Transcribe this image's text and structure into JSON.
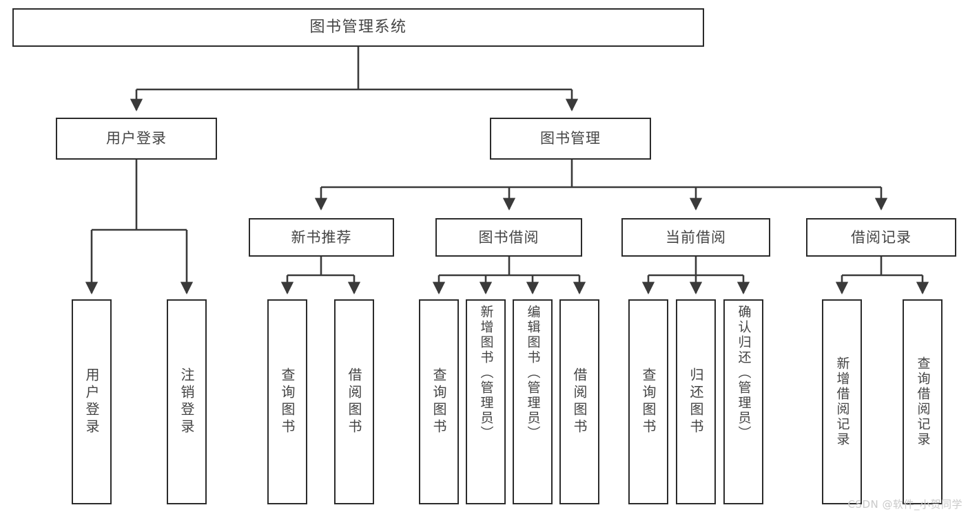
{
  "diagram": {
    "title": "图书管理系统",
    "type": "tree-hierarchy",
    "root": {
      "label": "图书管理系统"
    },
    "level2": [
      {
        "label": "用户登录"
      },
      {
        "label": "图书管理"
      }
    ],
    "level3": [
      {
        "label": "新书推荐"
      },
      {
        "label": "图书借阅"
      },
      {
        "label": "当前借阅"
      },
      {
        "label": "借阅记录"
      }
    ],
    "leaves": {
      "user_login": [
        {
          "label": "用户登录"
        },
        {
          "label": "注销登录"
        }
      ],
      "new_book_recommend": [
        {
          "label": "查询图书"
        },
        {
          "label": "借阅图书"
        }
      ],
      "book_borrow": [
        {
          "label": "查询图书"
        },
        {
          "label": "新增图书（管理员）"
        },
        {
          "label": "编辑图书（管理员）"
        },
        {
          "label": "借阅图书"
        }
      ],
      "current_borrow": [
        {
          "label": "查询图书"
        },
        {
          "label": "归还图书"
        },
        {
          "label": "确认归还（管理员）"
        }
      ],
      "borrow_record": [
        {
          "label": "新增借阅记录"
        },
        {
          "label": "查询借阅记录"
        }
      ]
    }
  },
  "watermark": {
    "text": "CSDN @软件_小贺同学"
  },
  "colors": {
    "box_border": "#2b2b2b",
    "box_fill": "#ffffff",
    "text": "#444444",
    "connector": "#3a3a3a",
    "watermark": "#c9c9c9",
    "background": "#ffffff"
  }
}
